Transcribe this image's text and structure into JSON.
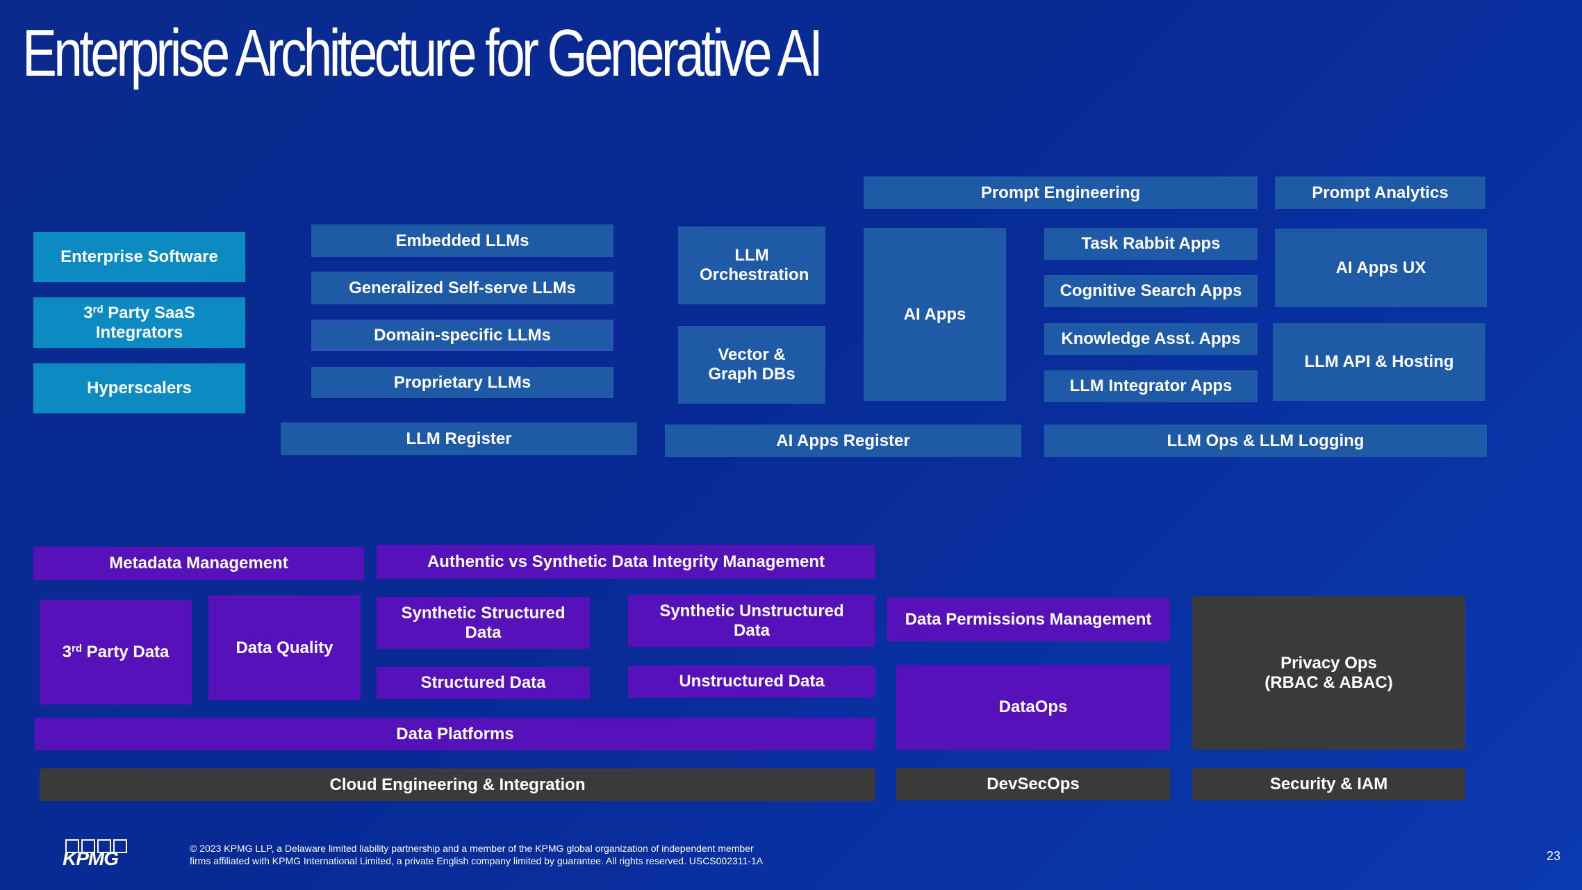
{
  "title": "Enterprise Architecture for Generative AI",
  "sources": {
    "enterprise_software": "Enterprise Software",
    "saas_prefix": "3",
    "saas_sup": "rd",
    "saas_rest": " Party SaaS Integrators",
    "hyperscalers": "Hyperscalers"
  },
  "llms": {
    "embedded": "Embedded LLMs",
    "generalized": "Generalized Self-serve LLMs",
    "domain": "Domain-specific LLMs",
    "proprietary": "Proprietary LLMs",
    "register": "LLM Register"
  },
  "orchestration": {
    "llm_orchestration": "LLM Orchestration",
    "vector_graph": "Vector & Graph DBs",
    "ai_apps_register": "AI Apps Register"
  },
  "apps": {
    "prompt_engineering": "Prompt Engineering",
    "prompt_analytics": "Prompt Analytics",
    "ai_apps": "AI Apps",
    "task_rabbit": "Task Rabbit Apps",
    "cognitive_search": "Cognitive Search Apps",
    "knowledge_asst": "Knowledge Asst. Apps",
    "llm_integrator": "LLM Integrator Apps",
    "ai_apps_ux": "AI Apps UX",
    "llm_api_hosting": "LLM API & Hosting",
    "llm_ops_logging": "LLM Ops & LLM Logging"
  },
  "data": {
    "metadata": "Metadata Management",
    "integrity": "Authentic vs Synthetic Data Integrity Management",
    "third_party_prefix": "3",
    "third_party_sup": "rd",
    "third_party_rest": " Party Data",
    "quality": "Data Quality",
    "synthetic_structured": "Synthetic Structured Data",
    "synthetic_unstructured": "Synthetic Unstructured Data",
    "structured": "Structured Data",
    "unstructured": "Unstructured Data",
    "permissions": "Data Permissions Management",
    "dataops": "DataOps",
    "privacy_ops_line1": "Privacy Ops",
    "privacy_ops_line2": "(RBAC & ABAC)",
    "platforms": "Data Platforms"
  },
  "infra": {
    "cloud": "Cloud Engineering & Integration",
    "devsecops": "DevSecOps",
    "security": "Security & IAM"
  },
  "footer": {
    "logo": "KPMG",
    "line1": "© 2023 KPMG LLP, a Delaware limited liability partnership and a member of the KPMG global organization of independent  member",
    "line2": "firms affiliated with KPMG International Limited, a private English company limited by guarantee. All rights reserved. USCS002311-1A",
    "page": "23"
  },
  "colors": {
    "cyan": "#0b8bc2",
    "blue": "#1f5aa6",
    "purple": "#5611b9",
    "dark": "#3a3a3a"
  }
}
